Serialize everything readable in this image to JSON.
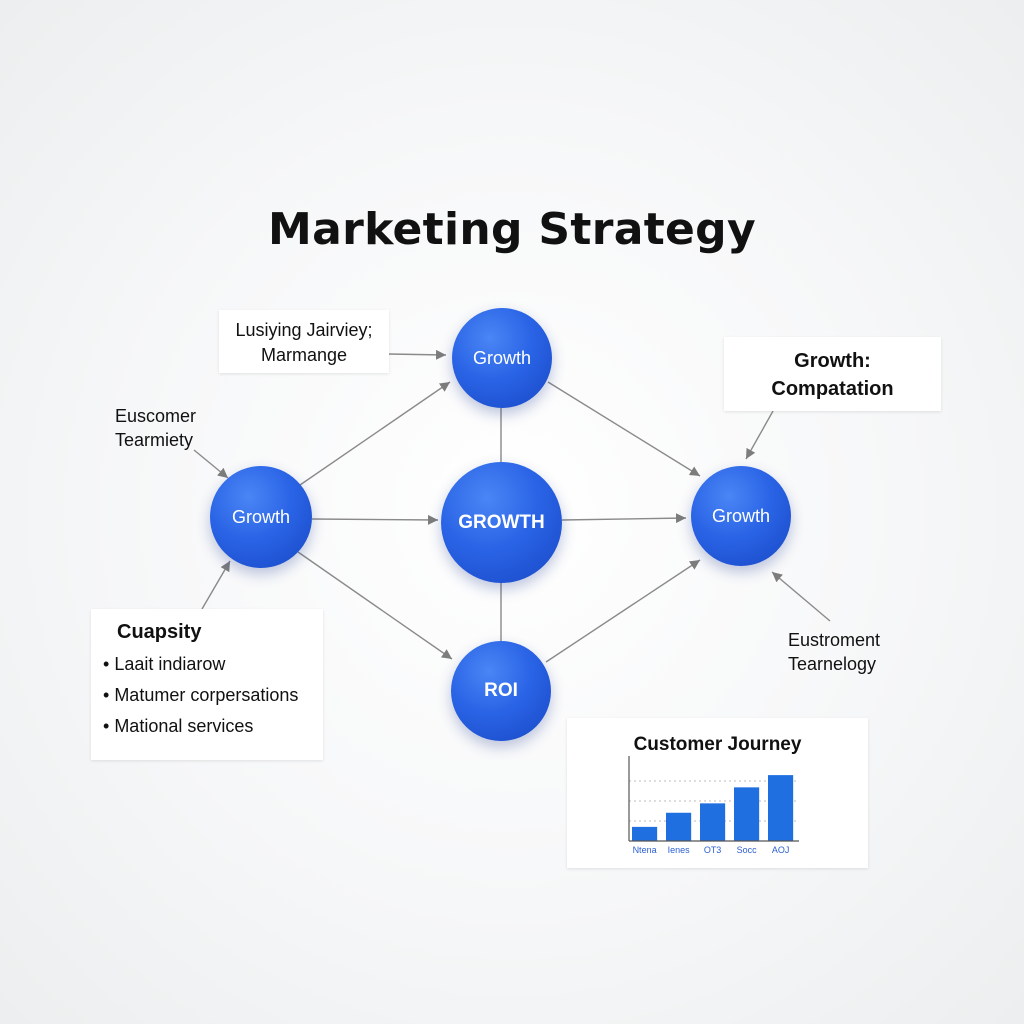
{
  "title": "Marketing Strategy",
  "nodes": {
    "top": "Growth",
    "left": "Growth",
    "center": "GROWTH",
    "right": "Growth",
    "bottom": "ROI"
  },
  "top_left_box": {
    "line1": "Lusiying Jairviey;",
    "line2": "Marmange"
  },
  "top_right_box": {
    "line1": "Growth:",
    "line2": "Compatation"
  },
  "left_label": {
    "line1": "Euscomer",
    "line2": "Tearmiety"
  },
  "right_label": {
    "line1": "Eustroment",
    "line2": "Tearnelogy"
  },
  "list_box": {
    "title": "Cuapsity",
    "items": [
      "Laait indiarow",
      "Matumer corpersations",
      "Mational services"
    ]
  },
  "chart_data": {
    "type": "bar",
    "title": "Customer Journey",
    "categories": [
      "Ntena",
      "Ienes",
      "OT3",
      "Socc",
      "AOJ"
    ],
    "values": [
      15,
      30,
      40,
      57,
      70
    ],
    "ylim": [
      0,
      85
    ],
    "grid": true,
    "bar_color": "#1f6fe0"
  },
  "colors": {
    "node": "#2a64e6",
    "edge": "#888888"
  }
}
